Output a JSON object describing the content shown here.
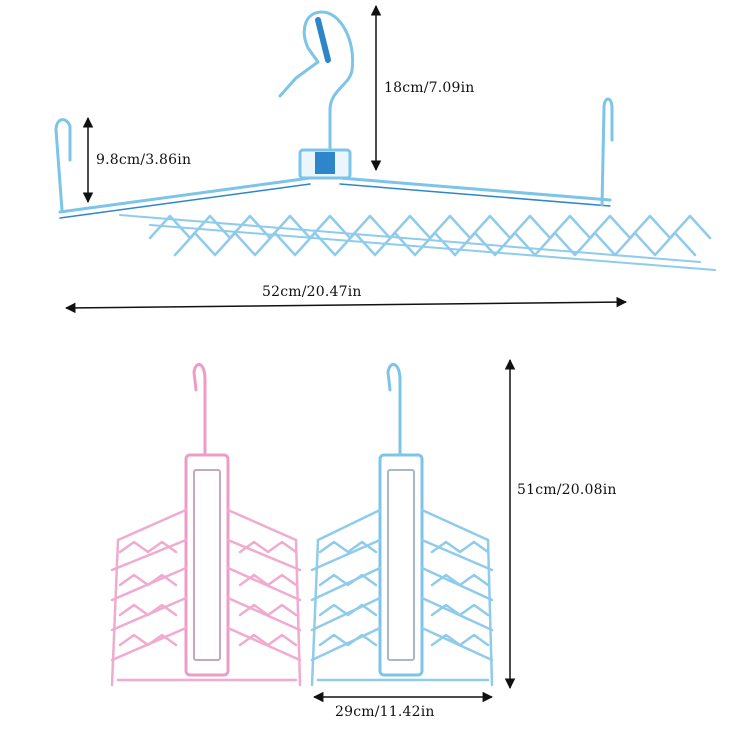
{
  "colors": {
    "hanger_blue": "#7cc4e8",
    "hanger_blue_dark": "#2e86c8",
    "hanger_pink": "#ee9cc6",
    "arrow": "#111111"
  },
  "dimensions": {
    "hook_height": "18cm/7.09in",
    "end_hook_height": "9.8cm/3.86in",
    "open_width": "52cm/20.47in",
    "folded_height": "51cm/20.08in",
    "folded_width": "29cm/11.42in"
  },
  "products": [
    {
      "name": "blue-open-hanger"
    },
    {
      "name": "pink-folded-hanger"
    },
    {
      "name": "blue-folded-hanger"
    }
  ]
}
